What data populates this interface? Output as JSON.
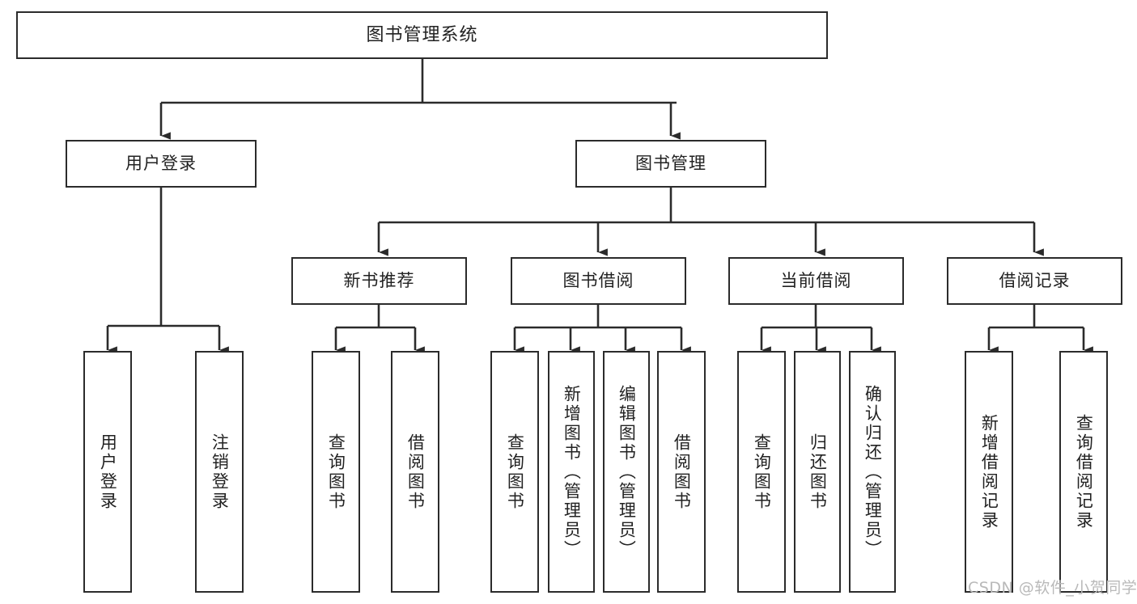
{
  "diagram": {
    "title": "图书管理系统",
    "type": "tree-hierarchy",
    "root": {
      "id": "root",
      "label": "图书管理系统"
    },
    "level2": [
      {
        "id": "user-login",
        "label": "用户登录"
      },
      {
        "id": "book-manage",
        "label": "图书管理"
      }
    ],
    "level3": [
      {
        "id": "new-book-rec",
        "label": "新书推荐",
        "parent": "book-manage"
      },
      {
        "id": "book-borrow",
        "label": "图书借阅",
        "parent": "book-manage"
      },
      {
        "id": "current-borrow",
        "label": "当前借阅",
        "parent": "book-manage"
      },
      {
        "id": "borrow-record",
        "label": "借阅记录",
        "parent": "book-manage"
      }
    ],
    "leaves": [
      {
        "id": "leaf-user-login",
        "label": "用户登录",
        "parent": "user-login"
      },
      {
        "id": "leaf-logout",
        "label": "注销登录",
        "parent": "user-login"
      },
      {
        "id": "leaf-query-book-1",
        "label": "查询图书",
        "parent": "new-book-rec"
      },
      {
        "id": "leaf-borrow-book-1",
        "label": "借阅图书",
        "parent": "new-book-rec"
      },
      {
        "id": "leaf-query-book-2",
        "label": "查询图书",
        "parent": "book-borrow"
      },
      {
        "id": "leaf-add-book",
        "label": "新增图书（管理员）",
        "parent": "book-borrow"
      },
      {
        "id": "leaf-edit-book",
        "label": "编辑图书（管理员）",
        "parent": "book-borrow"
      },
      {
        "id": "leaf-borrow-book-2",
        "label": "借阅图书",
        "parent": "book-borrow"
      },
      {
        "id": "leaf-query-book-3",
        "label": "查询图书",
        "parent": "current-borrow"
      },
      {
        "id": "leaf-return-book",
        "label": "归还图书",
        "parent": "current-borrow"
      },
      {
        "id": "leaf-confirm-return",
        "label": "确认归还（管理员）",
        "parent": "current-borrow"
      },
      {
        "id": "leaf-add-record",
        "label": "新增借阅记录",
        "parent": "borrow-record"
      },
      {
        "id": "leaf-query-record",
        "label": "查询借阅记录",
        "parent": "borrow-record"
      }
    ],
    "watermark": "CSDN @软件_小贺同学",
    "colors": {
      "stroke": "#2b2b2b",
      "fill": "#ffffff",
      "text": "#222222",
      "watermark": "#b9b9b9"
    }
  }
}
